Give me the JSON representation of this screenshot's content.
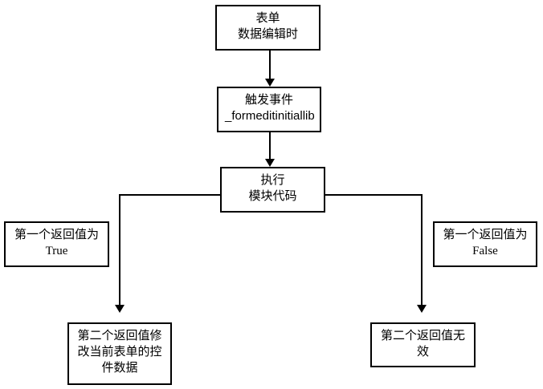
{
  "diagram": {
    "type": "flowchart",
    "background_color": "#ffffff",
    "line_color": "#000000",
    "nodes": {
      "form_edit": {
        "line1": "表单",
        "line2": "数据编辑时"
      },
      "trigger_event": {
        "line1": "触发事件",
        "line2": "_formeditinitiallib"
      },
      "execute_module": {
        "line1": "执行",
        "line2": "模块代码"
      },
      "branch_true": {
        "line1": "第一个返回值为",
        "line2": "True"
      },
      "branch_false": {
        "line1": "第一个返回值为",
        "line2": "False"
      },
      "result_modify": {
        "text": "第二个返回值修改当前表单的控件数据"
      },
      "result_invalid": {
        "text": "第二个返回值无效"
      }
    },
    "edges": [
      {
        "from": "form_edit",
        "to": "trigger_event",
        "shape": "straight-down-arrow"
      },
      {
        "from": "trigger_event",
        "to": "execute_module",
        "shape": "straight-down-arrow"
      },
      {
        "from": "execute_module",
        "to": "result_modify",
        "shape": "elbow-left-down-arrow",
        "label_node": "branch_true"
      },
      {
        "from": "execute_module",
        "to": "result_invalid",
        "shape": "elbow-right-down-arrow",
        "label_node": "branch_false"
      }
    ]
  }
}
